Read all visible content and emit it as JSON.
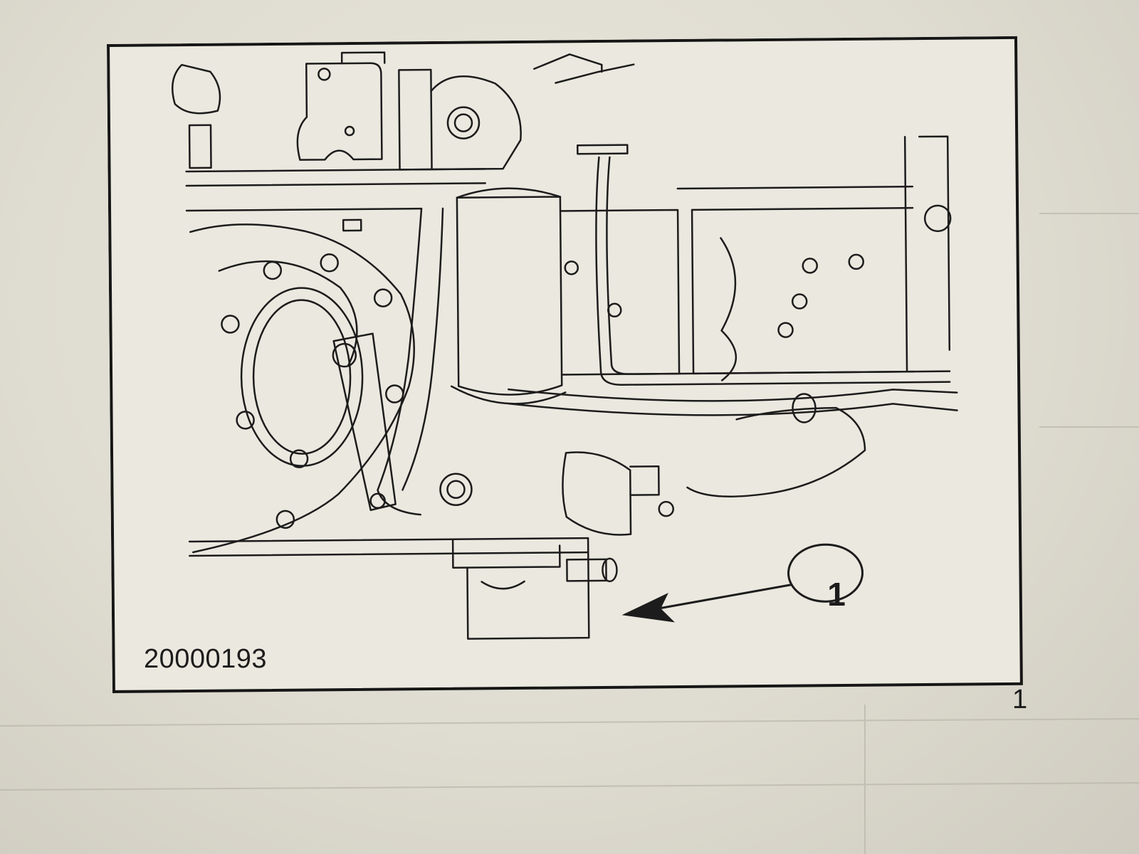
{
  "figure": {
    "id": "20000193",
    "callout": "1"
  },
  "page": {
    "number": "1"
  },
  "icons": {
    "arrow": "arrow-icon",
    "engine": "engine-line-drawing"
  },
  "colors": {
    "paper": "#e4e1d7",
    "ink": "#1c1c1c"
  }
}
